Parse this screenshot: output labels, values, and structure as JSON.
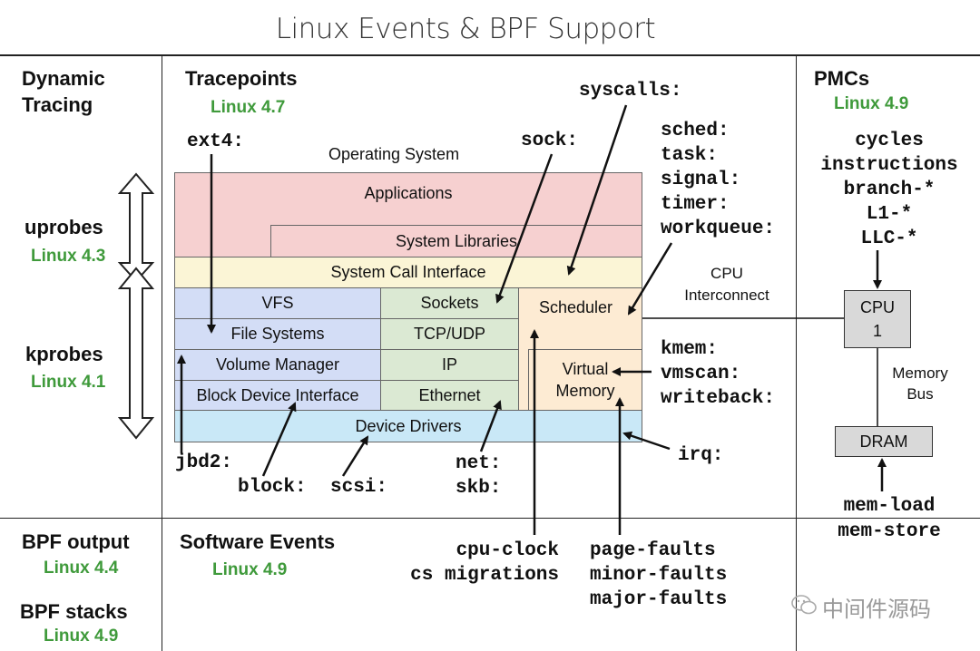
{
  "title": "Linux Events & BPF Support",
  "left": {
    "dynamic_tracing": "Dynamic\nTracing",
    "uprobes": "uprobes",
    "uprobes_ver": "Linux 4.3",
    "kprobes": "kprobes",
    "kprobes_ver": "Linux 4.1",
    "bpf_output": "BPF output",
    "bpf_output_ver": "Linux 4.4",
    "bpf_stacks": "BPF stacks",
    "bpf_stacks_ver": "Linux 4.9"
  },
  "tracepoints": {
    "heading": "Tracepoints",
    "version": "Linux 4.7",
    "ext4": "ext4:",
    "sock": "sock:",
    "syscalls": "syscalls:",
    "sched_group": "sched:\ntask:\nsignal:\ntimer:\nworkqueue:",
    "mm_group": "kmem:\nvmscan:\nwriteback:",
    "irq": "irq:",
    "jbd2": "jbd2:",
    "block": "block:",
    "scsi": "scsi:",
    "net_skb": "net:\nskb:"
  },
  "os": {
    "label": "Operating System",
    "applications": "Applications",
    "system_libraries": "System Libraries",
    "syscall_interface": "System Call Interface",
    "vfs": "VFS",
    "file_systems": "File Systems",
    "volume_manager": "Volume Manager",
    "block_device_interface": "Block Device Interface",
    "sockets": "Sockets",
    "tcp_udp": "TCP/UDP",
    "ip": "IP",
    "ethernet": "Ethernet",
    "scheduler": "Scheduler",
    "virtual_memory": "Virtual\nMemory",
    "device_drivers": "Device Drivers"
  },
  "software_events": {
    "heading": "Software Events",
    "version": "Linux 4.9",
    "cpu_group": "cpu-clock\ncs migrations",
    "fault_group": "page-faults\nminor-faults\nmajor-faults"
  },
  "pmcs": {
    "heading": "PMCs",
    "version": "Linux 4.9",
    "events": "cycles\ninstructions\nbranch-*\nL1-*\nLLC-*",
    "cpu_interconnect": "CPU\nInterconnect",
    "cpu_box": "CPU\n1",
    "memory_bus": "Memory\nBus",
    "dram": "DRAM",
    "mem_events": "mem-load\nmem-store"
  },
  "watermark": "中间件源码",
  "colors": {
    "applications": "#f6d0d0",
    "syscall": "#fbf5d6",
    "blue": "#d3ddf6",
    "green": "#dbe9d3",
    "orange": "#fdebd3",
    "drivers": "#c9e8f7",
    "version_green": "#3f9a3b",
    "cpu_box": "#d9d9d9"
  }
}
